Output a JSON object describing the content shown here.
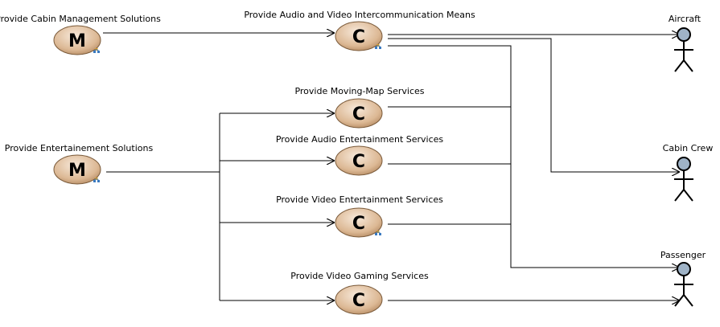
{
  "nodes": {
    "cabin_mgmt": {
      "label": "Provide Cabin Management Solutions",
      "letter": "M"
    },
    "entertainment": {
      "label": "Provide Entertainement Solutions",
      "letter": "M"
    },
    "av_intercom": {
      "label": "Provide Audio and Video Intercommunication Means",
      "letter": "C"
    },
    "moving_map": {
      "label": "Provide Moving-Map Services",
      "letter": "C"
    },
    "audio_ent": {
      "label": "Provide Audio Entertainment Services",
      "letter": "C"
    },
    "video_ent": {
      "label": "Provide Video Entertainment Services",
      "letter": "C"
    },
    "video_gaming": {
      "label": "Provide Video Gaming Services",
      "letter": "C"
    }
  },
  "actors": {
    "aircraft": {
      "label": "Aircraft"
    },
    "cabin_crew": {
      "label": "Cabin Crew"
    },
    "passenger": {
      "label": "Passenger"
    }
  },
  "colors": {
    "ellipse_fill": "#e6c7a6",
    "ellipse_stroke": "#7a5a3a",
    "actor_head": "#9fb3c7",
    "badge": "#3a7ac0"
  }
}
